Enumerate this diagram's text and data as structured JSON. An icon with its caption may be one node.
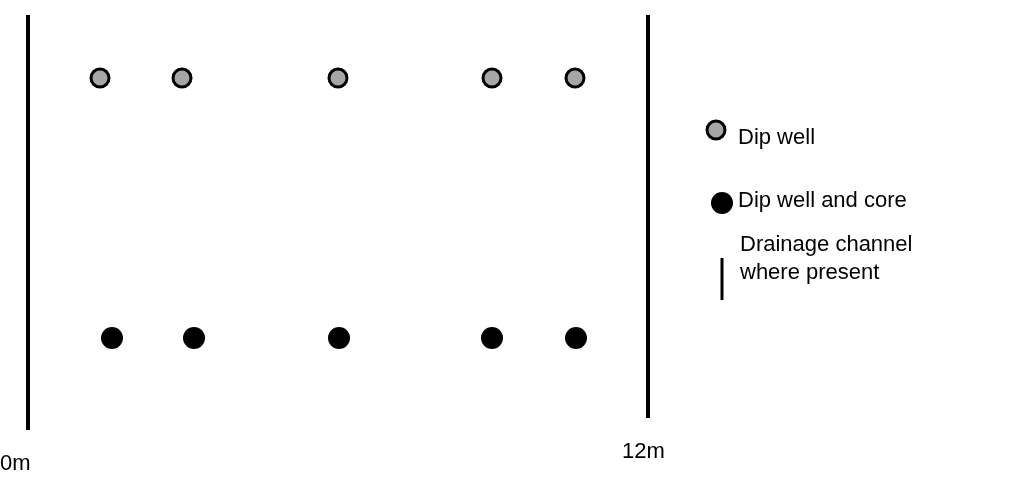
{
  "diagram": {
    "labels": [
      "0m",
      "12m"
    ],
    "legend": [
      {
        "text": "Dip well",
        "color": "#a6a6a6"
      },
      {
        "text": "Dip well and core",
        "color": "#000000"
      },
      {
        "text": "Drainage channel where present"
      }
    ]
  }
}
